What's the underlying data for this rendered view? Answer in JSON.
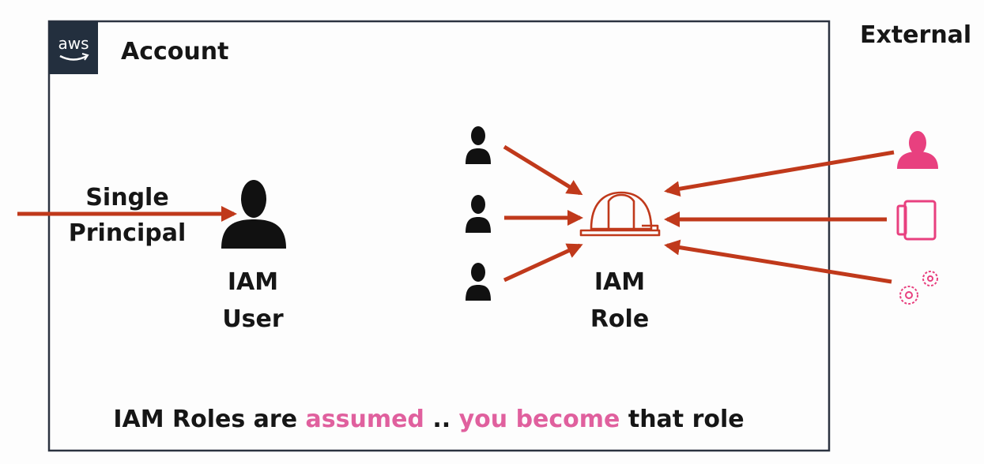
{
  "account_label": "Account",
  "external_label": "External",
  "aws_logo_text": "aws",
  "principal_label_line1": "Single",
  "principal_label_line2": "Principal",
  "iam_user_line1": "IAM",
  "iam_user_line2": "User",
  "iam_role_line1": "IAM",
  "iam_role_line2": "Role",
  "caption": {
    "part1": "IAM Roles are ",
    "highlight1": "assumed",
    "part2": " .. ",
    "highlight2": "you become",
    "part3": " that role"
  },
  "colors": {
    "arrow": "#c0391b",
    "highlight": "#e0609e",
    "external_icons": "#e8407f",
    "text": "#161616",
    "aws_logo_bg": "#232f3e"
  },
  "icons": [
    "aws-logo",
    "user-icon",
    "hardhat-icon",
    "mobile-device-icon",
    "gears-icon"
  ]
}
